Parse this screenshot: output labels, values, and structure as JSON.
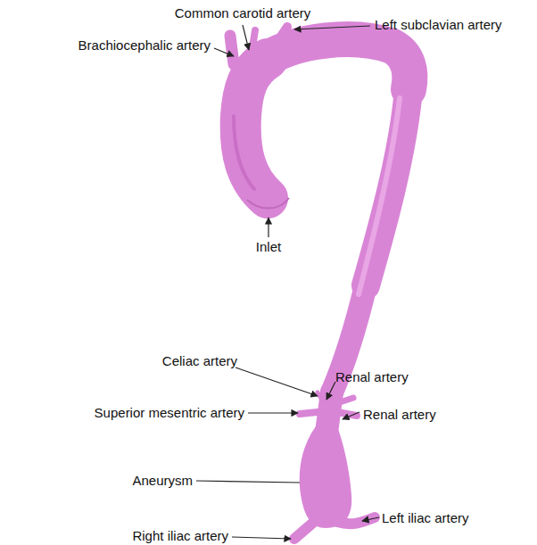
{
  "diagram": {
    "labels": [
      "Common carotid artery",
      "Left subclavian artery",
      "Brachiocephalic artery",
      "Inlet",
      "Celiac artery",
      "Renal artery",
      "Superior mesentric artery",
      "Renal artery",
      "Aneurysm",
      "Left iliac artery",
      "Right iliac artery"
    ]
  }
}
